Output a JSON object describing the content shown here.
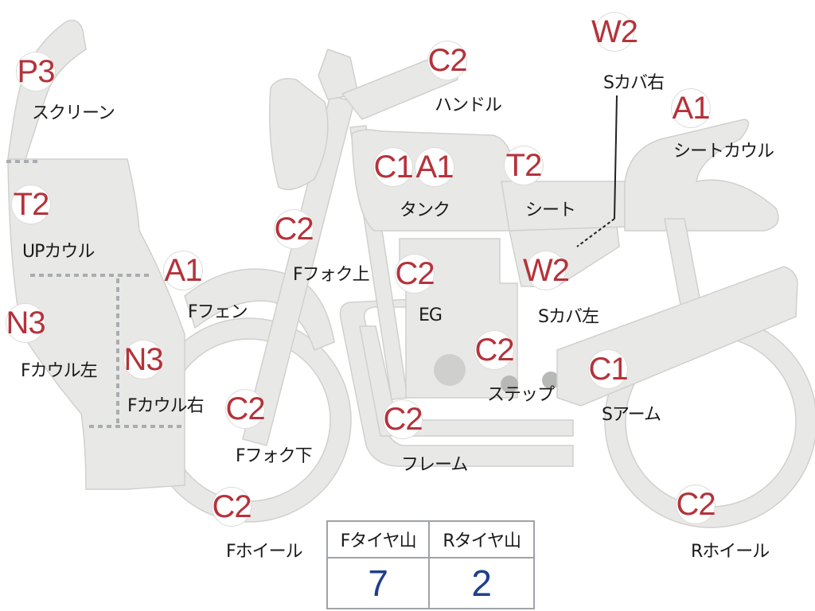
{
  "parts": [
    {
      "id": "screen",
      "grade": "P3",
      "label": "スクリーン"
    },
    {
      "id": "up_cowl",
      "grade": "T2",
      "label": "UPカウル"
    },
    {
      "id": "f_cowl_left",
      "grade": "N3",
      "label": "Fカウル左"
    },
    {
      "id": "f_cowl_right",
      "grade": "N3",
      "label": "Fカウル右"
    },
    {
      "id": "f_fender",
      "grade": "A1",
      "label": "Fフェン"
    },
    {
      "id": "f_fork_upper",
      "grade": "C2",
      "label": "Fフォク上"
    },
    {
      "id": "f_fork_lower",
      "grade": "C2",
      "label": "Fフォク下"
    },
    {
      "id": "f_wheel",
      "grade": "C2",
      "label": "Fホイール"
    },
    {
      "id": "handle",
      "grade": "C2",
      "label": "ハンドル"
    },
    {
      "id": "tank",
      "grade_1": "C1",
      "grade_2": "A1",
      "label": "タンク"
    },
    {
      "id": "engine",
      "grade": "C2",
      "label": "EG"
    },
    {
      "id": "step",
      "grade": "C2",
      "label": "ステップ"
    },
    {
      "id": "frame",
      "grade": "C2",
      "label": "フレーム"
    },
    {
      "id": "seat",
      "grade": "T2",
      "label": "シート"
    },
    {
      "id": "s_cover_left",
      "grade": "W2",
      "label": "Sカバ左"
    },
    {
      "id": "s_cover_right",
      "grade": "W2",
      "label": "Sカバ右"
    },
    {
      "id": "seat_cowl",
      "grade": "A1",
      "label": "シートカウル"
    },
    {
      "id": "swing_arm",
      "grade": "C1",
      "label": "Sアーム"
    },
    {
      "id": "r_wheel",
      "grade": "C2",
      "label": "Rホイール"
    }
  ],
  "tread_table": {
    "headers": [
      "Fタイヤ山",
      "Rタイヤ山"
    ],
    "values": [
      "7",
      "2"
    ]
  },
  "colors": {
    "grade_text": "#b5323a",
    "tread_value": "#1f3f8f",
    "part_fill": "#e8e9e6"
  }
}
